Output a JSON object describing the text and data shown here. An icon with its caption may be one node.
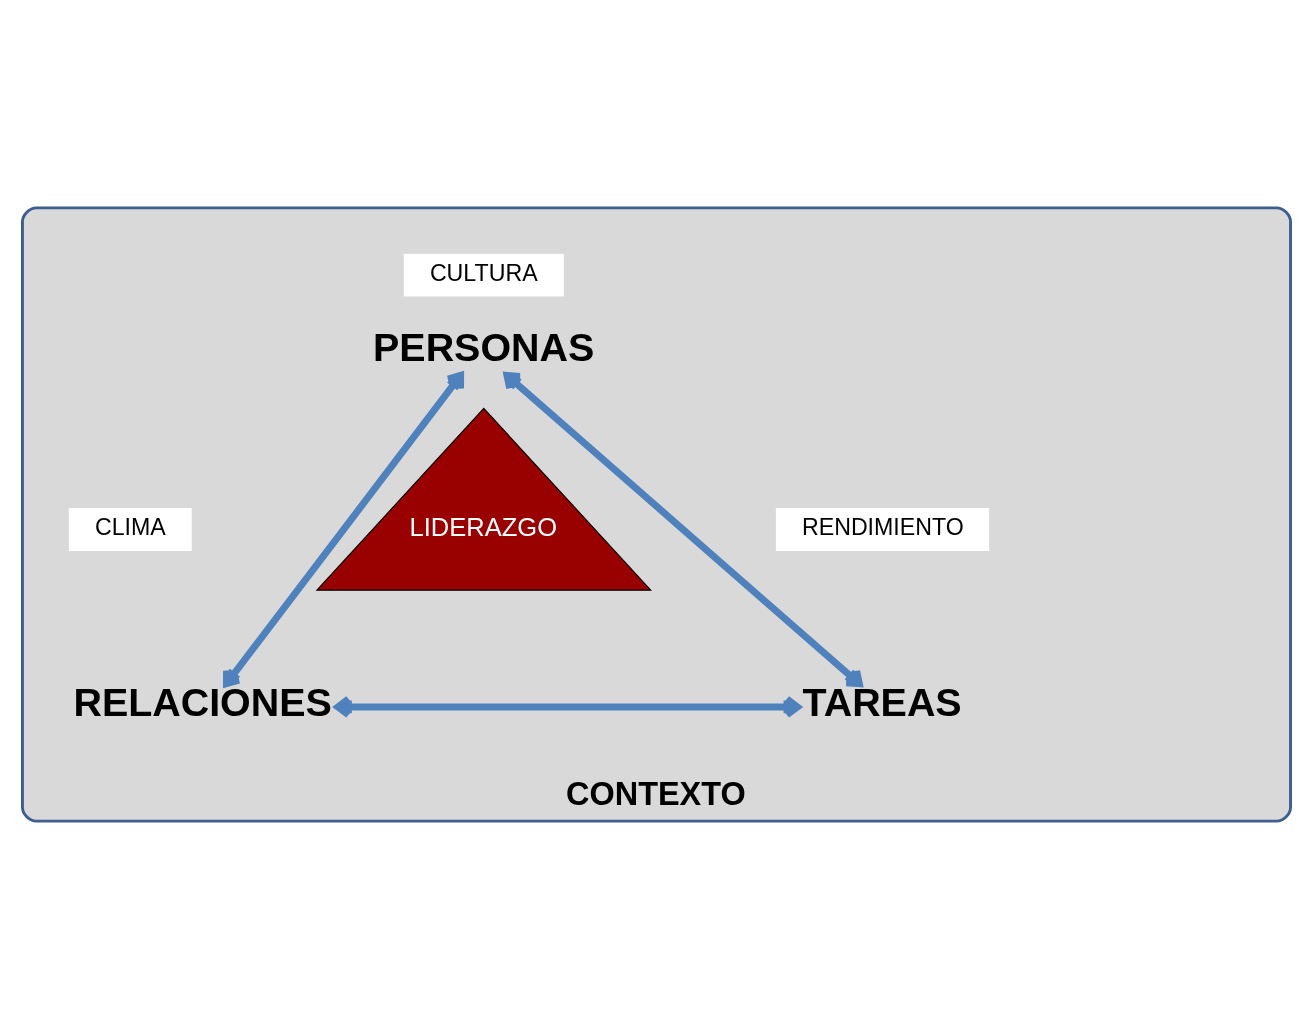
{
  "diagram": {
    "nodes": [
      {
        "text": [
          "CONTEXTO"
        ]
      },
      {
        "text": [
          "CULTURA"
        ],
        "in": 0
      },
      {
        "text": [
          "PERSONAS"
        ],
        "in": 0
      },
      {
        "text": [
          "LIDERAZGO"
        ],
        "in": 0
      },
      {
        "text": [
          "CLIMA"
        ],
        "in": 0
      },
      {
        "text": [
          "RELACIONES"
        ],
        "in": 0
      },
      {
        "text": [
          "RENDIMIENTO"
        ],
        "in": 0
      },
      {
        "text": [
          "TAREAS"
        ],
        "in": 0
      }
    ],
    "edges": [
      {
        "from": 5,
        "to": 2,
        "arrow": "both"
      },
      {
        "from": 2,
        "to": 7,
        "arrow": "both"
      },
      {
        "from": 5,
        "to": 7,
        "arrow": "both"
      }
    ]
  }
}
